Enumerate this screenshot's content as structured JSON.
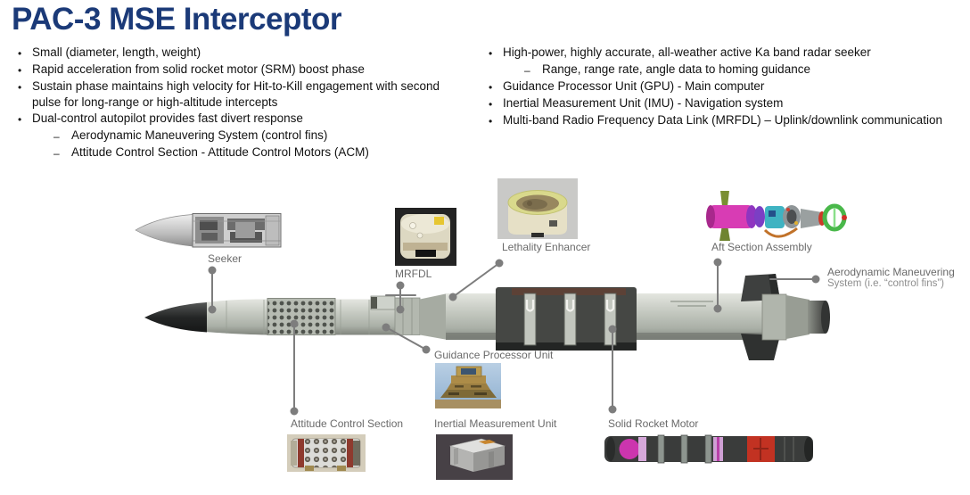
{
  "title": "PAC-3 MSE Interceptor",
  "markers": {
    "bullet": "•",
    "dash": "–"
  },
  "bullets_left": [
    {
      "text": "Small (diameter, length, weight)"
    },
    {
      "text": "Rapid acceleration from solid rocket motor (SRM) boost phase"
    },
    {
      "text": "Sustain phase maintains high velocity for Hit-to-Kill engagement with second pulse for long-range or high-altitude intercepts"
    },
    {
      "text": "Dual-control autopilot provides fast divert response",
      "subs": [
        "Aerodynamic Maneuvering System (control fins)",
        "Attitude Control Section - Attitude Control Motors (ACM)"
      ]
    }
  ],
  "bullets_right": [
    {
      "text": "High-power, highly accurate, all-weather active Ka band radar seeker",
      "subs": [
        "Range, range rate, angle data to homing guidance"
      ]
    },
    {
      "text": "Guidance Processor Unit (GPU) - Main computer"
    },
    {
      "text": "Inertial Measurement Unit (IMU) - Navigation system"
    },
    {
      "text": "Multi-band Radio Frequency Data Link (MRFDL) – Uplink/downlink communication"
    }
  ],
  "diagram": {
    "labels": {
      "seeker": "Seeker",
      "mrfdl": "MRFDL",
      "lethality": "Lethality Enhancer",
      "aft": "Aft Section Assembly",
      "ams_line1": "Aerodynamic Maneuvering",
      "ams_line2": "System (i.e. “control fins”)",
      "gpu": "Guidance Processor Unit",
      "acs": "Attitude Control Section",
      "imu": "Inertial Measurement Unit",
      "srm": "Solid Rocket Motor"
    },
    "colors": {
      "title_navy": "#1b3a78",
      "label_gray": "#6a6a6a",
      "callout_gray": "#7d7d7d",
      "missile_body": "#c6cac2",
      "nose_dark": "#1e1f1f"
    }
  }
}
